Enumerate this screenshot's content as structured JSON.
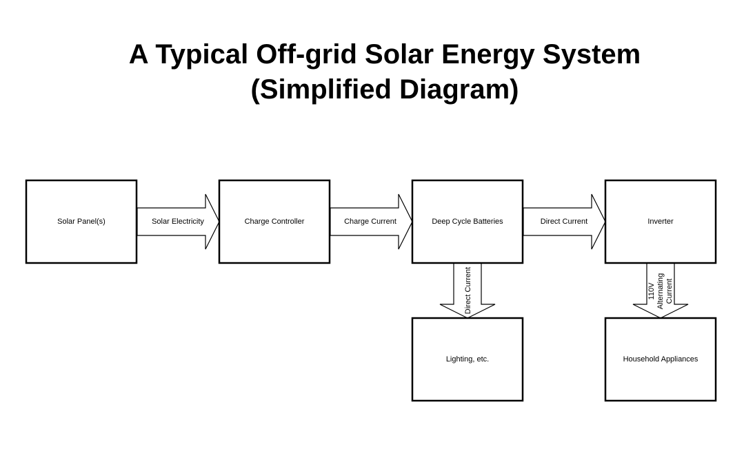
{
  "title": {
    "line1": "A Typical Off-grid Solar Energy System",
    "line2": "(Simplified Diagram)"
  },
  "boxes": {
    "solar_panels": "Solar Panel(s)",
    "charge_controller": "Charge Controller",
    "batteries": "Deep Cycle Batteries",
    "inverter": "Inverter",
    "lighting": "Lighting, etc.",
    "appliances": "Household Appliances"
  },
  "arrows": {
    "solar_to_controller": "Solar Electricity",
    "controller_to_batteries": "Charge Current",
    "batteries_to_inverter": "Direct Current",
    "batteries_to_lighting": "Direct Current",
    "inverter_to_appliances_line1": "110V",
    "inverter_to_appliances_line2": "Alternating",
    "inverter_to_appliances_line3": "Current"
  }
}
